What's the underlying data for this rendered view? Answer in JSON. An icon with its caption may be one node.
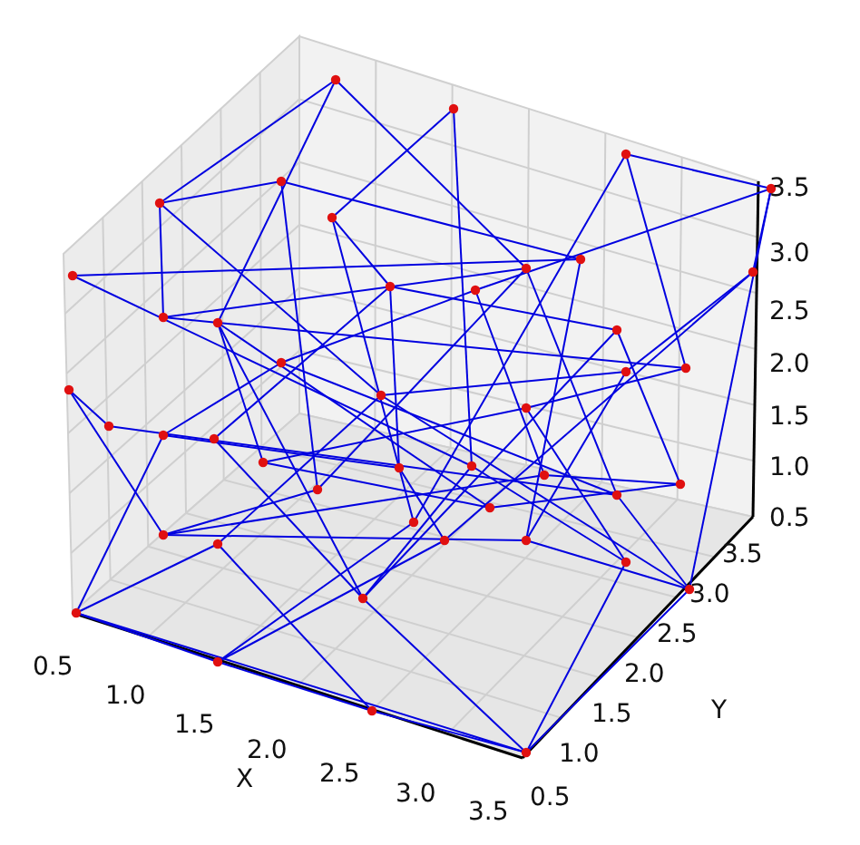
{
  "diagram": {
    "labels": [
      "3.5",
      "3.0",
      "2.5",
      "2.0",
      "1.5",
      "1.0",
      "0.5",
      "0.5",
      "1.0",
      "1.5",
      "2.0",
      "2.5",
      "3.0",
      "3.5",
      "X",
      "3.5",
      "3.0",
      "2.5",
      "2.0",
      "1.5",
      "1.0",
      "0.5",
      "Y"
    ]
  }
}
